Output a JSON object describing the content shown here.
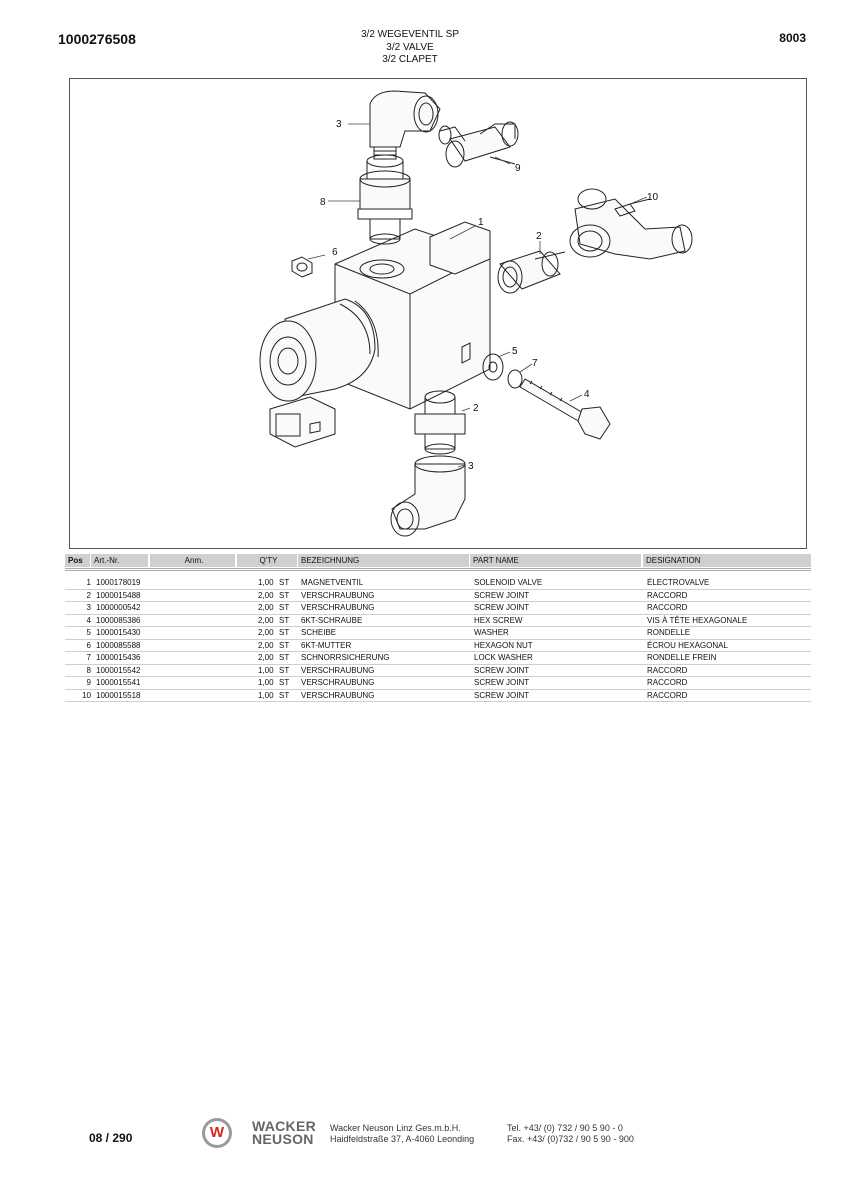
{
  "header": {
    "doc_number": "1000276508",
    "page_code": "8003",
    "title_de": "3/2 WEGEVENTIL SP",
    "title_en": "3/2 VALVE",
    "title_fr": "3/2 CLAPET"
  },
  "diagram_callouts": [
    "1",
    "2",
    "2",
    "3",
    "3",
    "4",
    "5",
    "6",
    "7",
    "8",
    "9",
    "10"
  ],
  "table": {
    "headers": {
      "pos": "Pos",
      "art": "Art.-Nr.",
      "anm": "Anm.",
      "qty": "Q'TY",
      "bez": "BEZEICHNUNG",
      "part": "PART NAME",
      "desig": "DESIGNATION"
    },
    "rows": [
      {
        "pos": "1",
        "art": "1000178019",
        "qty": "1,00",
        "unit": "ST",
        "bez": "MAGNETVENTIL",
        "part": "SOLENOID VALVE",
        "desig": "ÉLECTROVALVE"
      },
      {
        "pos": "2",
        "art": "1000015488",
        "qty": "2,00",
        "unit": "ST",
        "bez": "VERSCHRAUBUNG",
        "part": "SCREW JOINT",
        "desig": "RACCORD"
      },
      {
        "pos": "3",
        "art": "1000000542",
        "qty": "2,00",
        "unit": "ST",
        "bez": "VERSCHRAUBUNG",
        "part": "SCREW JOINT",
        "desig": "RACCORD"
      },
      {
        "pos": "4",
        "art": "1000085386",
        "qty": "2,00",
        "unit": "ST",
        "bez": "6KT-SCHRAUBE",
        "part": "HEX SCREW",
        "desig": "VIS À TÊTE HEXAGONALE"
      },
      {
        "pos": "5",
        "art": "1000015430",
        "qty": "2,00",
        "unit": "ST",
        "bez": "SCHEIBE",
        "part": "WASHER",
        "desig": "RONDELLE"
      },
      {
        "pos": "6",
        "art": "1000085588",
        "qty": "2,00",
        "unit": "ST",
        "bez": "6KT-MUTTER",
        "part": "HEXAGON NUT",
        "desig": "ÉCROU HEXAGONAL"
      },
      {
        "pos": "7",
        "art": "1000015436",
        "qty": "2,00",
        "unit": "ST",
        "bez": "SCHNORRSICHERUNG",
        "part": "LOCK WASHER",
        "desig": "RONDELLE FREIN"
      },
      {
        "pos": "8",
        "art": "1000015542",
        "qty": "1,00",
        "unit": "ST",
        "bez": "VERSCHRAUBUNG",
        "part": "SCREW JOINT",
        "desig": "RACCORD"
      },
      {
        "pos": "9",
        "art": "1000015541",
        "qty": "1,00",
        "unit": "ST",
        "bez": "VERSCHRAUBUNG",
        "part": "SCREW JOINT",
        "desig": "RACCORD"
      },
      {
        "pos": "10",
        "art": "1000015518",
        "qty": "1,00",
        "unit": "ST",
        "bez": "VERSCHRAUBUNG",
        "part": "SCREW JOINT",
        "desig": "RACCORD"
      }
    ]
  },
  "footer": {
    "page": "08 / 290",
    "brand_line1": "WACKER",
    "brand_line2": "NEUSON",
    "company": "Wacker Neuson Linz  Ges.m.b.H.",
    "address": "Haidfeldstraße 37, A-4060 Leonding",
    "tel": "Tel.  +43/ (0) 732 / 90 5 90 - 0",
    "fax": "Fax. +43/ (0)732 / 90 5 90 - 900",
    "logo_letter": "W",
    "brand_color": "#d9261c"
  }
}
